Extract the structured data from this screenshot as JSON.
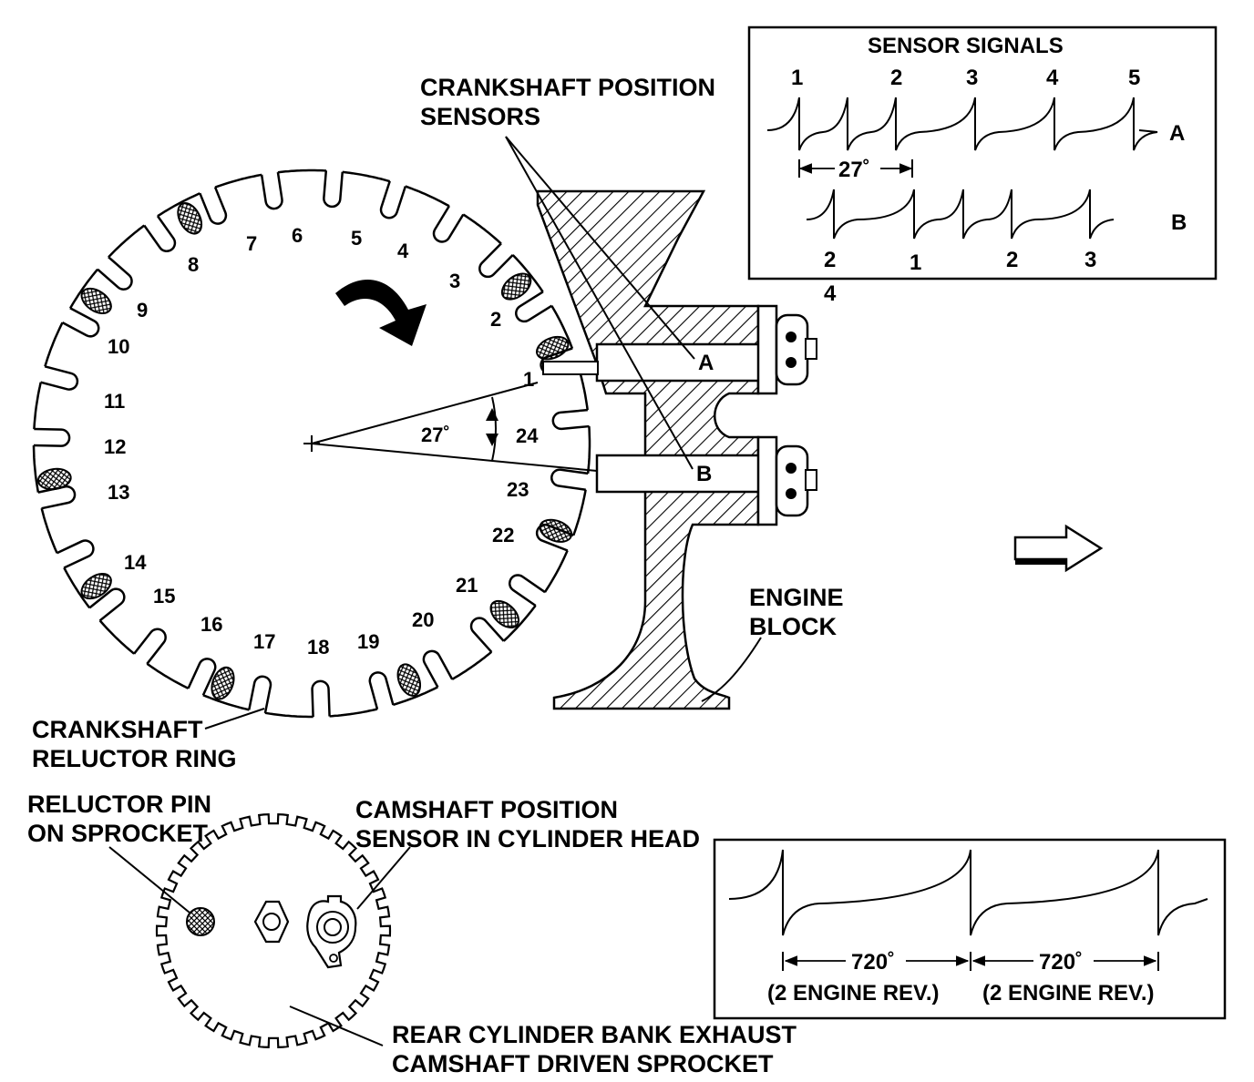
{
  "colors": {
    "ink": "#000000",
    "paper": "#ffffff"
  },
  "labels": {
    "crank_sensors": [
      "CRANKSHAFT POSITION",
      "SENSORS"
    ],
    "engine_block": [
      "ENGINE",
      "BLOCK"
    ],
    "reluctor_ring": [
      "CRANKSHAFT",
      "RELUCTOR RING"
    ],
    "reluctor_pin": [
      "RELUCTOR PIN",
      "ON SPROCKET"
    ],
    "cam_sensor": [
      "CAMSHAFT POSITION",
      "SENSOR IN CYLINDER HEAD"
    ],
    "cam_sprocket": [
      "REAR CYLINDER BANK EXHAUST",
      "CAMSHAFT DRIVEN SPROCKET"
    ]
  },
  "sensors": {
    "a": "A",
    "b": "B"
  },
  "angle_label": "27˚",
  "sensor_signals": {
    "title": "SENSOR SIGNALS",
    "row_a_label": "A",
    "row_b_label": "B",
    "row_a_numbers": [
      "1",
      "2",
      "3",
      "4",
      "5"
    ],
    "row_b_numbers": [
      "2",
      "4",
      "1",
      "2",
      "3"
    ],
    "spacing_label": "27˚"
  },
  "cam_signal": {
    "intervals": [
      {
        "degrees": "720˚",
        "note": "(2 ENGINE REV.)"
      },
      {
        "degrees": "720˚",
        "note": "(2 ENGINE REV.)"
      }
    ]
  },
  "ring_numbers": [
    "1",
    "2",
    "3",
    "4",
    "5",
    "6",
    "7",
    "8",
    "9",
    "10",
    "11",
    "12",
    "13",
    "14",
    "15",
    "16",
    "17",
    "18",
    "19",
    "20",
    "21",
    "22",
    "23",
    "24"
  ],
  "icons": {
    "rotation": "curved-arrow-icon",
    "forward": "hollow-right-arrow-icon"
  }
}
